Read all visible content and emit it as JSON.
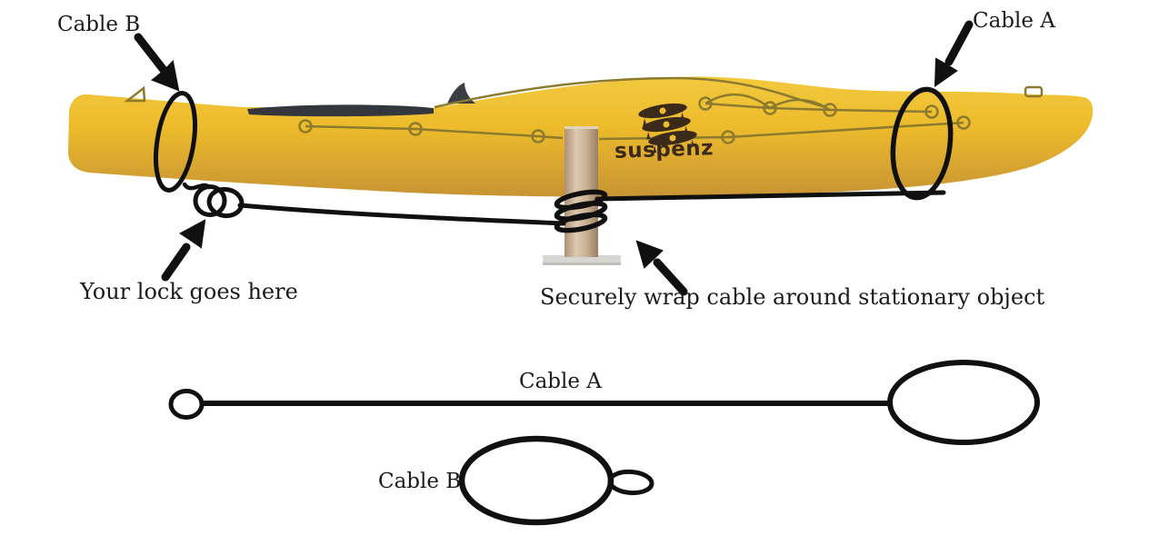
{
  "colors": {
    "background": "#ffffff",
    "kayak_top": "#F2C93F",
    "kayak_mid": "#EDBB2B",
    "kayak_bottom": "#C79434",
    "deck_line_olive": "#8C7B2F",
    "cockpit_dark": "#33373D",
    "cable_black": "#101010",
    "text": "#1b1b1b",
    "logo_brown": "#3B2A19",
    "post_tan": "#C9B193",
    "post_base_gray": "#D7D6D3"
  },
  "diagram": {
    "annotations": {
      "cable_b_top": "Cable B",
      "cable_a_top": "Cable A",
      "lock_note": "Your lock goes here",
      "wrap_note": "Securely wrap cable around stationary object"
    },
    "kayak": {
      "brand": "suspenz"
    },
    "legend": {
      "cable_a_label": "Cable A",
      "cable_b_label": "Cable B"
    }
  }
}
